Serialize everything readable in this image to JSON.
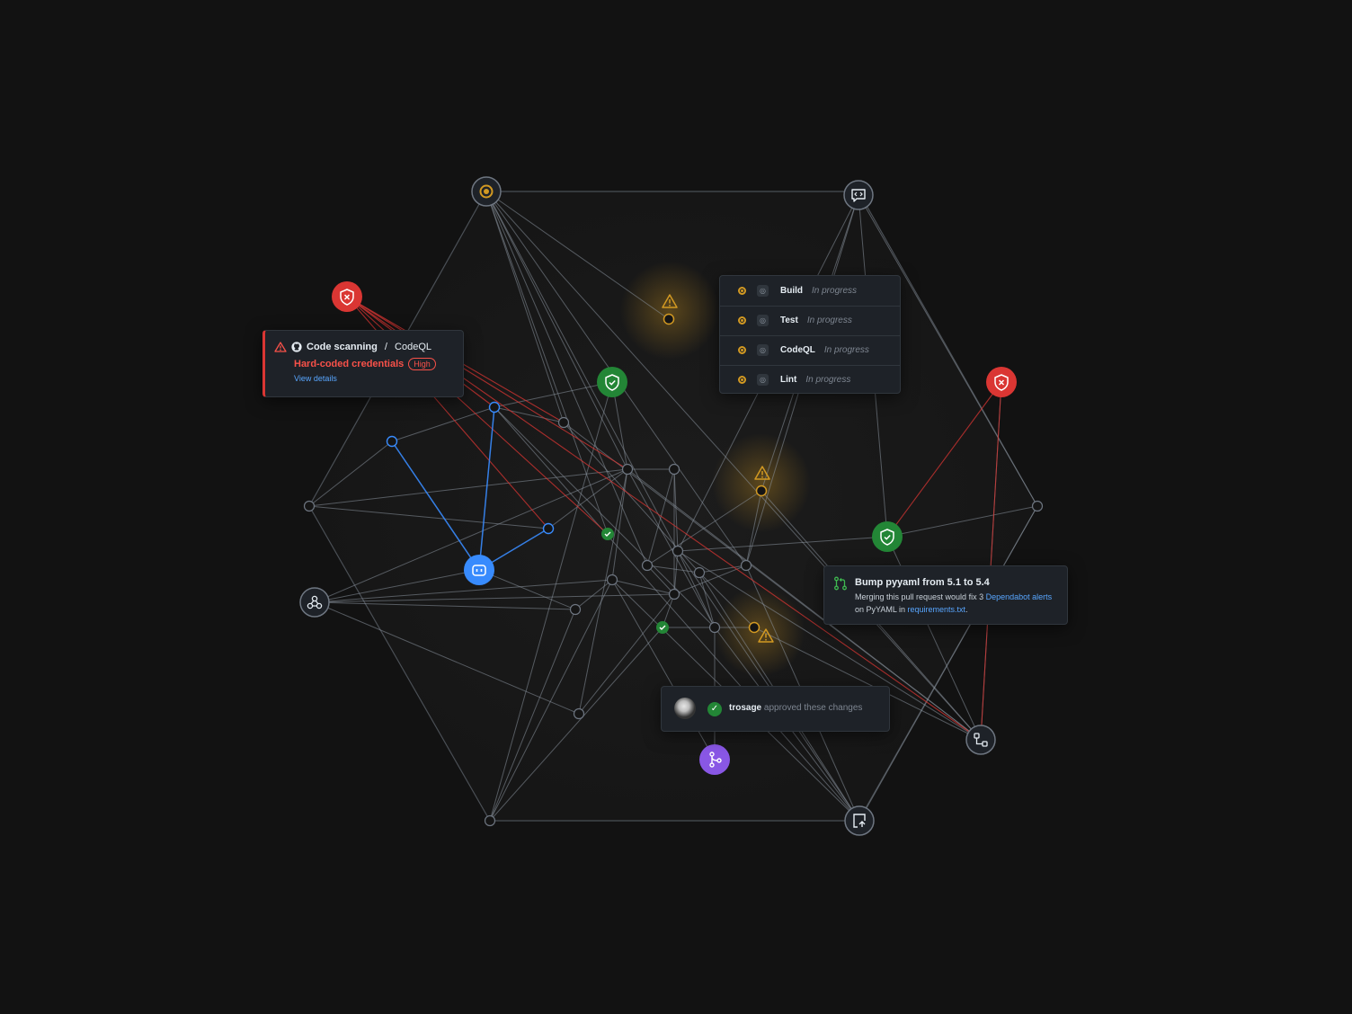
{
  "code_scanning": {
    "tool": "Code scanning",
    "separator": " / ",
    "analyzer": "CodeQL",
    "alert": "Hard-coded credentials",
    "severity": "High",
    "link": "View details"
  },
  "checks": [
    {
      "name": "Build",
      "status": "In progress"
    },
    {
      "name": "Test",
      "status": "In progress"
    },
    {
      "name": "CodeQL",
      "status": "In progress"
    },
    {
      "name": "Lint",
      "status": "In progress"
    }
  ],
  "dependabot": {
    "title": "Bump pyyaml from 5.1 to 5.4",
    "desc_1": "Merging this pull request would fix 3 ",
    "link_1": "Dependabot alerts",
    "desc_2": " on PyYAML in ",
    "link_2": "requirements.txt",
    "desc_3": "."
  },
  "approval": {
    "user": "trosage",
    "message": " approved these changes"
  },
  "colors": {
    "background": "#121212",
    "card": "#1e2228",
    "danger": "#da3633",
    "success": "#238636",
    "warning": "#d29922",
    "accent_blue": "#388bfd",
    "accent_purple": "#8957e5",
    "edge": "#6e7681"
  },
  "icons": {
    "top_left_hub": "status-ring-icon",
    "top_right_hub": "code-review-icon",
    "left_hub": "webhook-icon",
    "bottom_right_hub": "workflow-icon",
    "bottom_hub": "repo-push-icon",
    "copilot": "copilot-icon",
    "merge": "git-merge-icon",
    "shield_ok": "shield-check-icon",
    "shield_error": "shield-x-icon",
    "warning": "alert-icon"
  }
}
